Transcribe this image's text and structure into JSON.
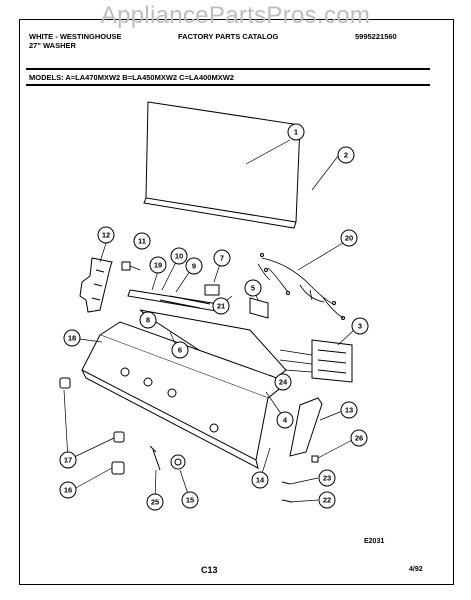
{
  "watermark": "AppliancePartsPros.com",
  "header": {
    "brand_line1": "WHITE - WESTINGHOUSE",
    "brand_line2": "27\" WASHER",
    "catalog": "FACTORY PARTS CATALOG",
    "part_number": "5995221560"
  },
  "models_line": "MODELS: A=LA470MXW2     B=LA450MXW2     C=LA400MXW2",
  "callouts": {
    "c1": "1",
    "c2": "2",
    "c3": "3",
    "c4": "4",
    "c5": "5",
    "c6": "6",
    "c7": "7",
    "c8": "8",
    "c9": "9",
    "c10": "10",
    "c11": "11",
    "c12": "12",
    "c13": "13",
    "c14": "14",
    "c15": "15",
    "c16": "16",
    "c17": "17",
    "c18": "18",
    "c19": "19",
    "c20": "20",
    "c21": "21",
    "c22": "22",
    "c23": "23",
    "c24": "24",
    "c25": "25",
    "c26": "26"
  },
  "footer": {
    "drawing_code": "E2031",
    "page_code": "C13",
    "date": "4/92"
  }
}
